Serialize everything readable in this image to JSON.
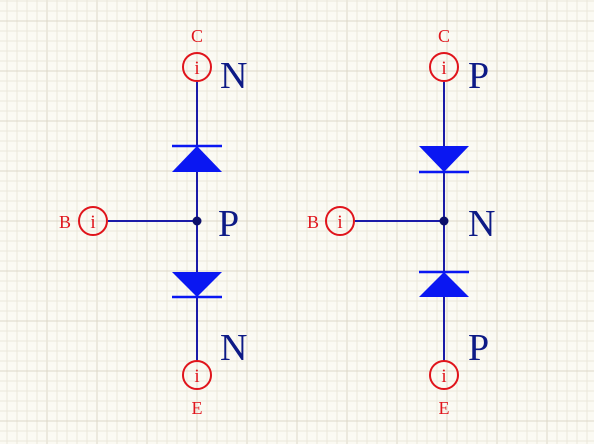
{
  "colors": {
    "background": "#fbfaf3",
    "grid_minor": "#ebe8db",
    "grid_major": "#dcd8c8",
    "wire": "#1b1ba8",
    "diode": "#0a17f2",
    "junction": "#0c0f6b",
    "pin": "#e0141b",
    "region_text": "#0d1a86"
  },
  "pin_symbol_text": "i",
  "transistors": [
    {
      "type": "NPN",
      "collector": {
        "pin_label": "C",
        "region": "N"
      },
      "base": {
        "pin_label": "B",
        "region": "P"
      },
      "emitter": {
        "pin_label": "E",
        "region": "N"
      },
      "upper_diode": "anode-down",
      "lower_diode": "anode-up"
    },
    {
      "type": "PNP",
      "collector": {
        "pin_label": "C",
        "region": "P"
      },
      "base": {
        "pin_label": "B",
        "region": "N"
      },
      "emitter": {
        "pin_label": "E",
        "region": "P"
      },
      "upper_diode": "anode-up",
      "lower_diode": "anode-down"
    }
  ]
}
